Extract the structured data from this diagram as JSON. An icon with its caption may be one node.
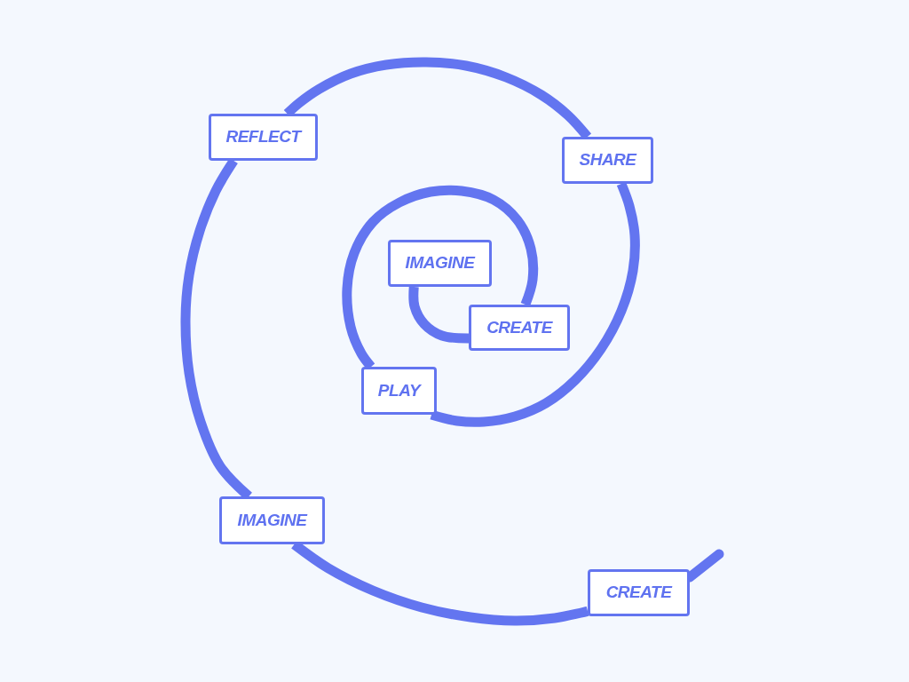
{
  "diagram": {
    "nodes": [
      {
        "text": [
          "REFLECT"
        ]
      },
      {
        "text": [
          "SHARE"
        ]
      },
      {
        "text": [
          "IMAGINE"
        ]
      },
      {
        "text": [
          "CREATE"
        ]
      },
      {
        "text": [
          "PLAY"
        ]
      },
      {
        "text": [
          "IMAGINE"
        ]
      },
      {
        "text": [
          "CREATE"
        ]
      }
    ],
    "edges": [
      {
        "from": 2,
        "to": 3,
        "arrow": "none"
      },
      {
        "from": 3,
        "to": 4,
        "arrow": "none"
      },
      {
        "from": 4,
        "to": 1,
        "arrow": "none"
      },
      {
        "from": 1,
        "to": 0,
        "arrow": "none"
      },
      {
        "from": 0,
        "to": 5,
        "arrow": "none"
      },
      {
        "from": 5,
        "to": 6,
        "arrow": "none"
      },
      {
        "from": 6,
        "to": null,
        "arrow": "none"
      }
    ]
  }
}
